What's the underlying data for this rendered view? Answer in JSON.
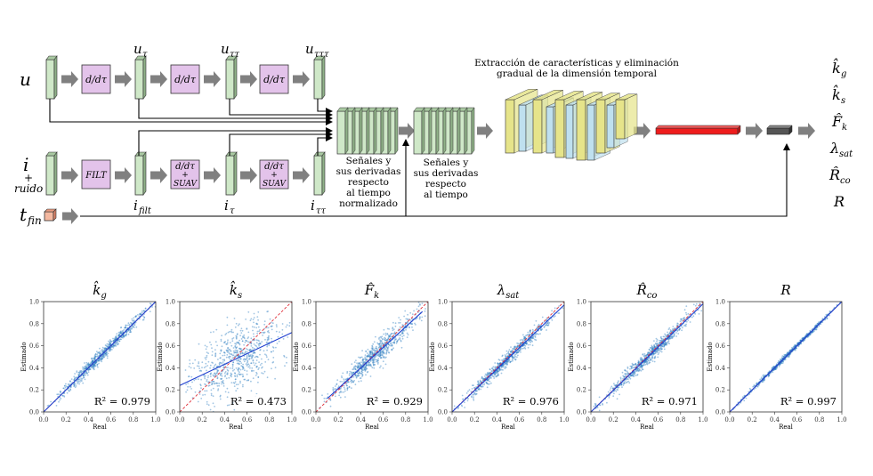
{
  "diagram": {
    "inputs": {
      "u": "u",
      "i": "i",
      "plus": "+",
      "noise": "ruido",
      "tfin_main": "t",
      "tfin_sub": "fin"
    },
    "labels": {
      "u_tau": "u",
      "u_tau_sub": "τ",
      "u_tautau": "u",
      "u_tautau_sub": "ττ",
      "u_tau3": "u",
      "u_tau3_sub": "τττ",
      "i_filt": "i",
      "i_filt_sub": "filt",
      "i_tau": "i",
      "i_tau_sub": "τ",
      "i_tautau": "i",
      "i_tautau_sub": "ττ"
    },
    "ops": {
      "deriv": "d/dτ",
      "filt": "FILT",
      "deriv_suav_top": "d/dτ",
      "deriv_suav_plus": "+",
      "deriv_suav_bottom": "SUAV"
    },
    "stack1_caption": [
      "Señales y",
      "sus derivadas",
      "respecto",
      "al tiempo",
      "normalizado"
    ],
    "stack2_caption": [
      "Señales y",
      "sus derivadas",
      "respecto",
      "al tiempo"
    ],
    "cnn_caption": [
      "Extracción de características y eliminación",
      "gradual de la dimensión temporal"
    ],
    "outputs": [
      {
        "main": "k̂",
        "sub": "g"
      },
      {
        "main": "k̂",
        "sub": "s"
      },
      {
        "main": "F̂",
        "sub": "k"
      },
      {
        "main": "λ",
        "sub": "sat"
      },
      {
        "main": "R̂",
        "sub": "co"
      },
      {
        "main": "R",
        "sub": ""
      }
    ],
    "colors": {
      "signal": "#cfe8c8",
      "op": "#e3c3ea",
      "arrow": "#808080",
      "cnn_yellow": "#e6e48a",
      "cnn_blue": "#bfe0ef",
      "dense": "#ee1c1c",
      "out": "#555555",
      "tfin": "#f4b8a0"
    }
  },
  "plots_common": {
    "xlabel": "Real",
    "ylabel": "Estimado",
    "ticks": [
      "0.0",
      "0.2",
      "0.4",
      "0.6",
      "0.8",
      "1.0"
    ]
  },
  "chart_data": [
    {
      "type": "scatter",
      "title_main": "k̂",
      "title_sub": "g",
      "r2_text": "R² = 0.979",
      "r2": 0.979,
      "fit": [
        0.0,
        0.0,
        1.0,
        1.0
      ],
      "xlim": [
        0,
        1
      ],
      "ylim": [
        0,
        1
      ]
    },
    {
      "type": "scatter",
      "title_main": "k̂",
      "title_sub": "s",
      "r2_text": "R² = 0.473",
      "r2": 0.473,
      "fit": [
        0.0,
        0.24,
        1.0,
        0.72
      ],
      "xlim": [
        0,
        1
      ],
      "ylim": [
        0,
        1
      ]
    },
    {
      "type": "scatter",
      "title_main": "F̂",
      "title_sub": "k",
      "r2_text": "R² = 0.929",
      "r2": 0.929,
      "fit": [
        0.1,
        0.12,
        0.95,
        0.91
      ],
      "xlim": [
        0,
        1
      ],
      "ylim": [
        0,
        1
      ]
    },
    {
      "type": "scatter",
      "title_main": "λ",
      "title_sub": "sat",
      "r2_text": "R² = 0.976",
      "r2": 0.976,
      "fit": [
        0.0,
        0.0,
        1.0,
        0.97
      ],
      "xlim": [
        0,
        1
      ],
      "ylim": [
        0,
        1
      ]
    },
    {
      "type": "scatter",
      "title_main": "R̂",
      "title_sub": "co",
      "r2_text": "R² = 0.971",
      "r2": 0.971,
      "fit": [
        0.0,
        0.0,
        1.0,
        0.98
      ],
      "xlim": [
        0,
        1
      ],
      "ylim": [
        0,
        1
      ]
    },
    {
      "type": "scatter",
      "title_main": "R",
      "title_sub": "",
      "r2_text": "R² = 0.997",
      "r2": 0.997,
      "fit": [
        0.0,
        0.0,
        1.0,
        1.0
      ],
      "xlim": [
        0,
        1
      ],
      "ylim": [
        0,
        1
      ]
    }
  ]
}
